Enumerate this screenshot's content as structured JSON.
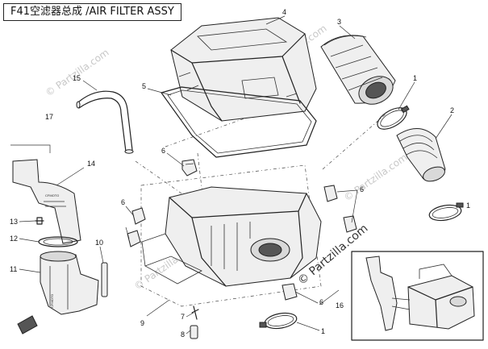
{
  "header": {
    "title": "F41空滤器总成 /AIR FILTER ASSY"
  },
  "watermark": {
    "text": "© Partzilla.com"
  },
  "part_labels": {
    "housing_marking": "CFMOTO"
  },
  "callouts": {
    "c1_top": "1",
    "c2": "2",
    "c3": "3",
    "c4": "4",
    "c5": "5",
    "c6_a": "6",
    "c6_b": "6",
    "c6_c": "6",
    "c6_d": "6",
    "c7": "7",
    "c8": "8",
    "c9": "9",
    "c10": "10",
    "c11": "11",
    "c12": "12",
    "c13": "13",
    "c14": "14",
    "c15": "15",
    "c16": "16",
    "c17": "17",
    "c1_bottom": "1",
    "c1_right": "1"
  }
}
